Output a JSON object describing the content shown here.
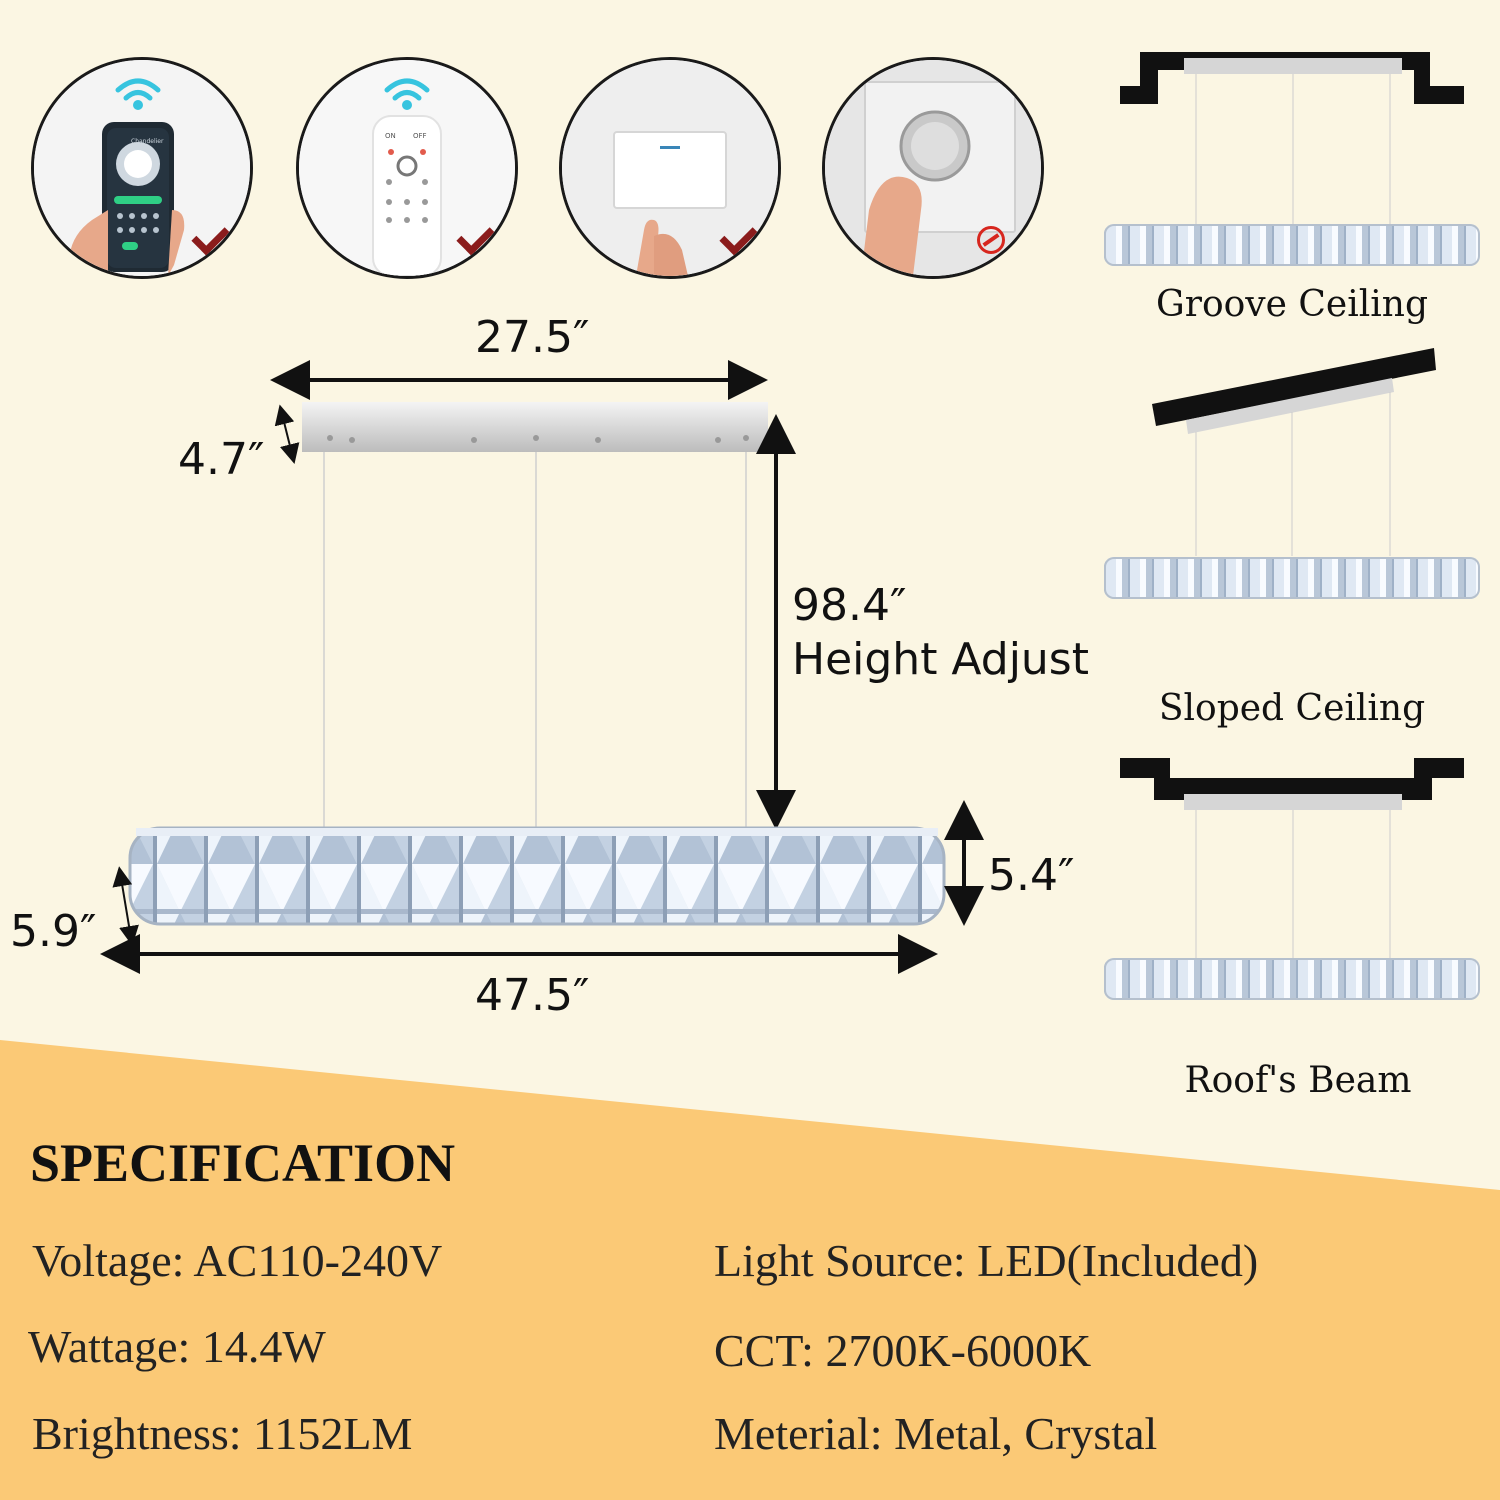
{
  "controls": [
    {
      "id": "app",
      "icon": "smartphone-app-icon",
      "supported": true
    },
    {
      "id": "remote",
      "icon": "remote-control-icon",
      "supported": true
    },
    {
      "id": "wall-switch",
      "icon": "wall-switch-icon",
      "supported": true
    },
    {
      "id": "dimmer",
      "icon": "dimmer-knob-icon",
      "supported": false
    }
  ],
  "phone": {
    "app_title": "Chandelier"
  },
  "remote_labels": {
    "on": "ON",
    "off": "OFF"
  },
  "dimensions": {
    "canopy_length": "27.5″",
    "canopy_height": "4.7″",
    "cable_length": "98.4″",
    "cable_note": "Height Adjust",
    "body_length": "47.5″",
    "body_height": "5.4″",
    "body_depth": "5.9″"
  },
  "installs": [
    {
      "label": "Groove Ceiling"
    },
    {
      "label": "Sloped Ceiling"
    },
    {
      "label": "Roof's Beam"
    }
  ],
  "spec": {
    "title": "SPECIFICATION",
    "voltage": "Voltage: AC110-240V",
    "wattage": "Wattage: 14.4W",
    "brightness": "Brightness: 1152LM",
    "light_source": "Light Source: LED(Included)",
    "cct": "CCT: 2700K-6000K",
    "material": "Meterial: Metal, Crystal"
  },
  "colors": {
    "background": "#fbf6e3",
    "band": "#fbc976",
    "check": "#8b1c1c",
    "prohibit": "#d7261e"
  }
}
